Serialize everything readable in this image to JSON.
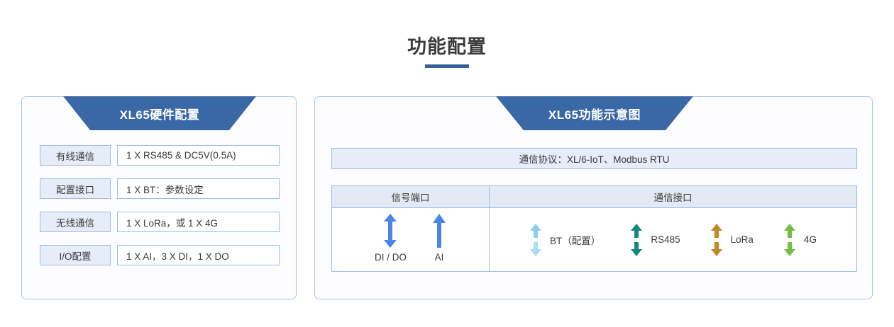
{
  "page": {
    "title": "功能配置",
    "accent_color": "#36609c",
    "banner_color": "#3a68a6",
    "border_color": "#9dbbe6",
    "cell_fill_color": "#e6ecf8"
  },
  "left_panel": {
    "banner_title": "XL65硬件配置",
    "rows": [
      {
        "label": "有线通信",
        "value": "1 X RS485 & DC5V(0.5A)"
      },
      {
        "label": "配置接口",
        "value": "1 X BT：参数设定"
      },
      {
        "label": "无线通信",
        "value": "1 X LoRa，或 1 X 4G"
      },
      {
        "label": "I/O配置",
        "value": "1 X AI，3 X DI，1 X DO"
      }
    ]
  },
  "right_panel": {
    "banner_title": "XL65功能示意图",
    "protocol_bar": "通信协议：XL/6-IoT、Modbus RTU",
    "table": {
      "headers": {
        "signal": "信号端口",
        "comm": "通信接口"
      },
      "signal_ports": [
        {
          "label": "DI / DO",
          "icon": "double-arrow-icon",
          "direction": "bidirectional",
          "color": "#4a86e8",
          "style": "solid"
        },
        {
          "label": "AI",
          "icon": "up-arrow-icon",
          "direction": "up",
          "color": "#4a86e8",
          "style": "solid"
        }
      ],
      "comm_interfaces": [
        {
          "label": "BT（配置）",
          "icon": "double-arrow-icon",
          "direction": "bidirectional",
          "color": "#8ecdf0",
          "style": "split"
        },
        {
          "label": "RS485",
          "icon": "double-arrow-icon",
          "direction": "bidirectional",
          "color": "#13897f",
          "style": "split"
        },
        {
          "label": "LoRa",
          "icon": "double-arrow-icon",
          "direction": "bidirectional",
          "color": "#bf8c23",
          "style": "split"
        },
        {
          "label": "4G",
          "icon": "double-arrow-icon",
          "direction": "bidirectional",
          "color": "#76bd43",
          "style": "split"
        }
      ]
    }
  }
}
